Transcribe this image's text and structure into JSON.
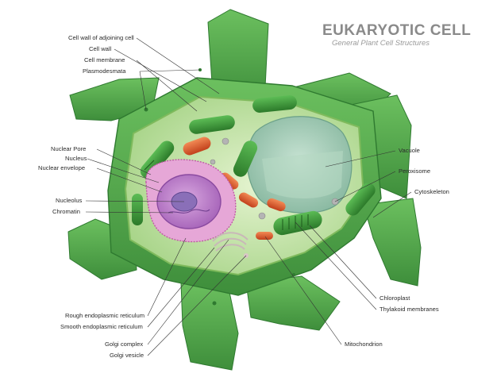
{
  "title": "EUKARYOTIC CELL",
  "subtitle": "General Plant Cell Structures",
  "labels": {
    "cell_wall_adjoining": "Cell wall of adjoining cell",
    "cell_wall": "Cell wall",
    "cell_membrane": "Cell membrane",
    "plasmodesmata": "Plasmodesmata",
    "nuclear_pore": "Nuclear Pore",
    "nucleus": "Nucleus",
    "nuclear_envelope": "Nuclear envelope",
    "nucleolus": "Nucleolus",
    "chromatin": "Chromatin",
    "rough_er": "Rough endoplasmic reticulum",
    "smooth_er": "Smooth endoplasmic reticulum",
    "golgi_complex": "Golgi complex",
    "golgi_vesicle": "Golgi vesicle",
    "vacuole": "Vacuole",
    "peroxisome": "Peroxisome",
    "cytoskeleton": "Cytoskeleton",
    "chloroplast": "Chloroplast",
    "thylakoid": "Thylakoid membranes",
    "mitochondrion": "Mitochondrion"
  },
  "colors": {
    "wall": "#4fa64a",
    "wall_dark": "#2f7a30",
    "cytoplasm": "#c9e6a8",
    "vacuole": "#a9cdb8",
    "nucleus": "#c08ad0",
    "chloroplast": "#3f9a3c",
    "mitochondrion": "#e0572a"
  }
}
